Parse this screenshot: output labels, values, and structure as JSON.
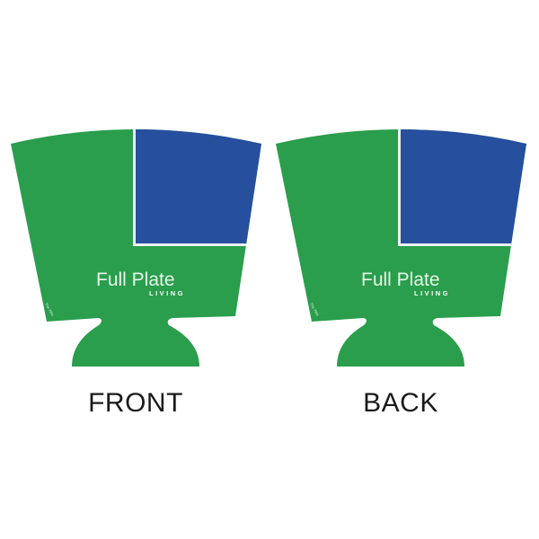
{
  "colors": {
    "green": "#2a9e4c",
    "blue": "#264f9e",
    "divider": "#f2f2f2"
  },
  "sides": [
    {
      "caption": "FRONT",
      "logo_main": "Full Plate",
      "logo_sub": "LIVING",
      "fine_print": "The 79%"
    },
    {
      "caption": "BACK",
      "logo_main": "Full Plate",
      "logo_sub": "LIVING",
      "fine_print": "The 79%"
    }
  ]
}
